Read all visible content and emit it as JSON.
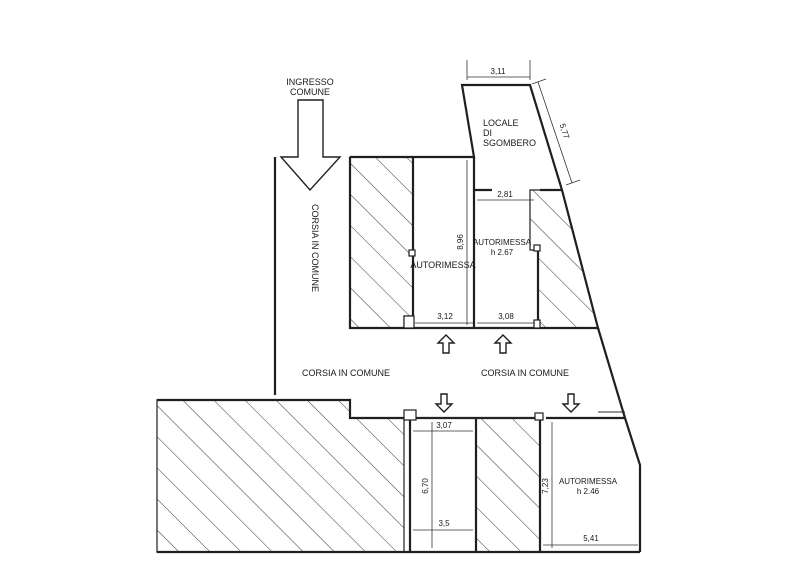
{
  "labels": {
    "entrance": [
      "INGRESSO",
      "COMUNE"
    ],
    "corsia_vertical": "CORSIA  IN COMUNE",
    "corsia_left": "CORSIA  IN COMUNE",
    "corsia_right": "CORSIA  IN COMUNE",
    "locale": [
      "LOCALE",
      "DI",
      "SGOMBERO"
    ],
    "autorimessa_main": "AUTORIMESSA",
    "autorimessa_267": [
      "AUTORIMESSA",
      "h 2.67"
    ],
    "autorimessa_246": [
      "AUTORIMESSA",
      "h 2.46"
    ]
  },
  "dimensions": {
    "d311": "3,11",
    "d577": "5,77",
    "d281": "2,81",
    "d896": "8,96",
    "d312": "3,12",
    "d308": "3,08",
    "d307": "3,07",
    "d670": "6,70",
    "d35": "3,5",
    "d723": "7,23",
    "d541": "5,41"
  }
}
